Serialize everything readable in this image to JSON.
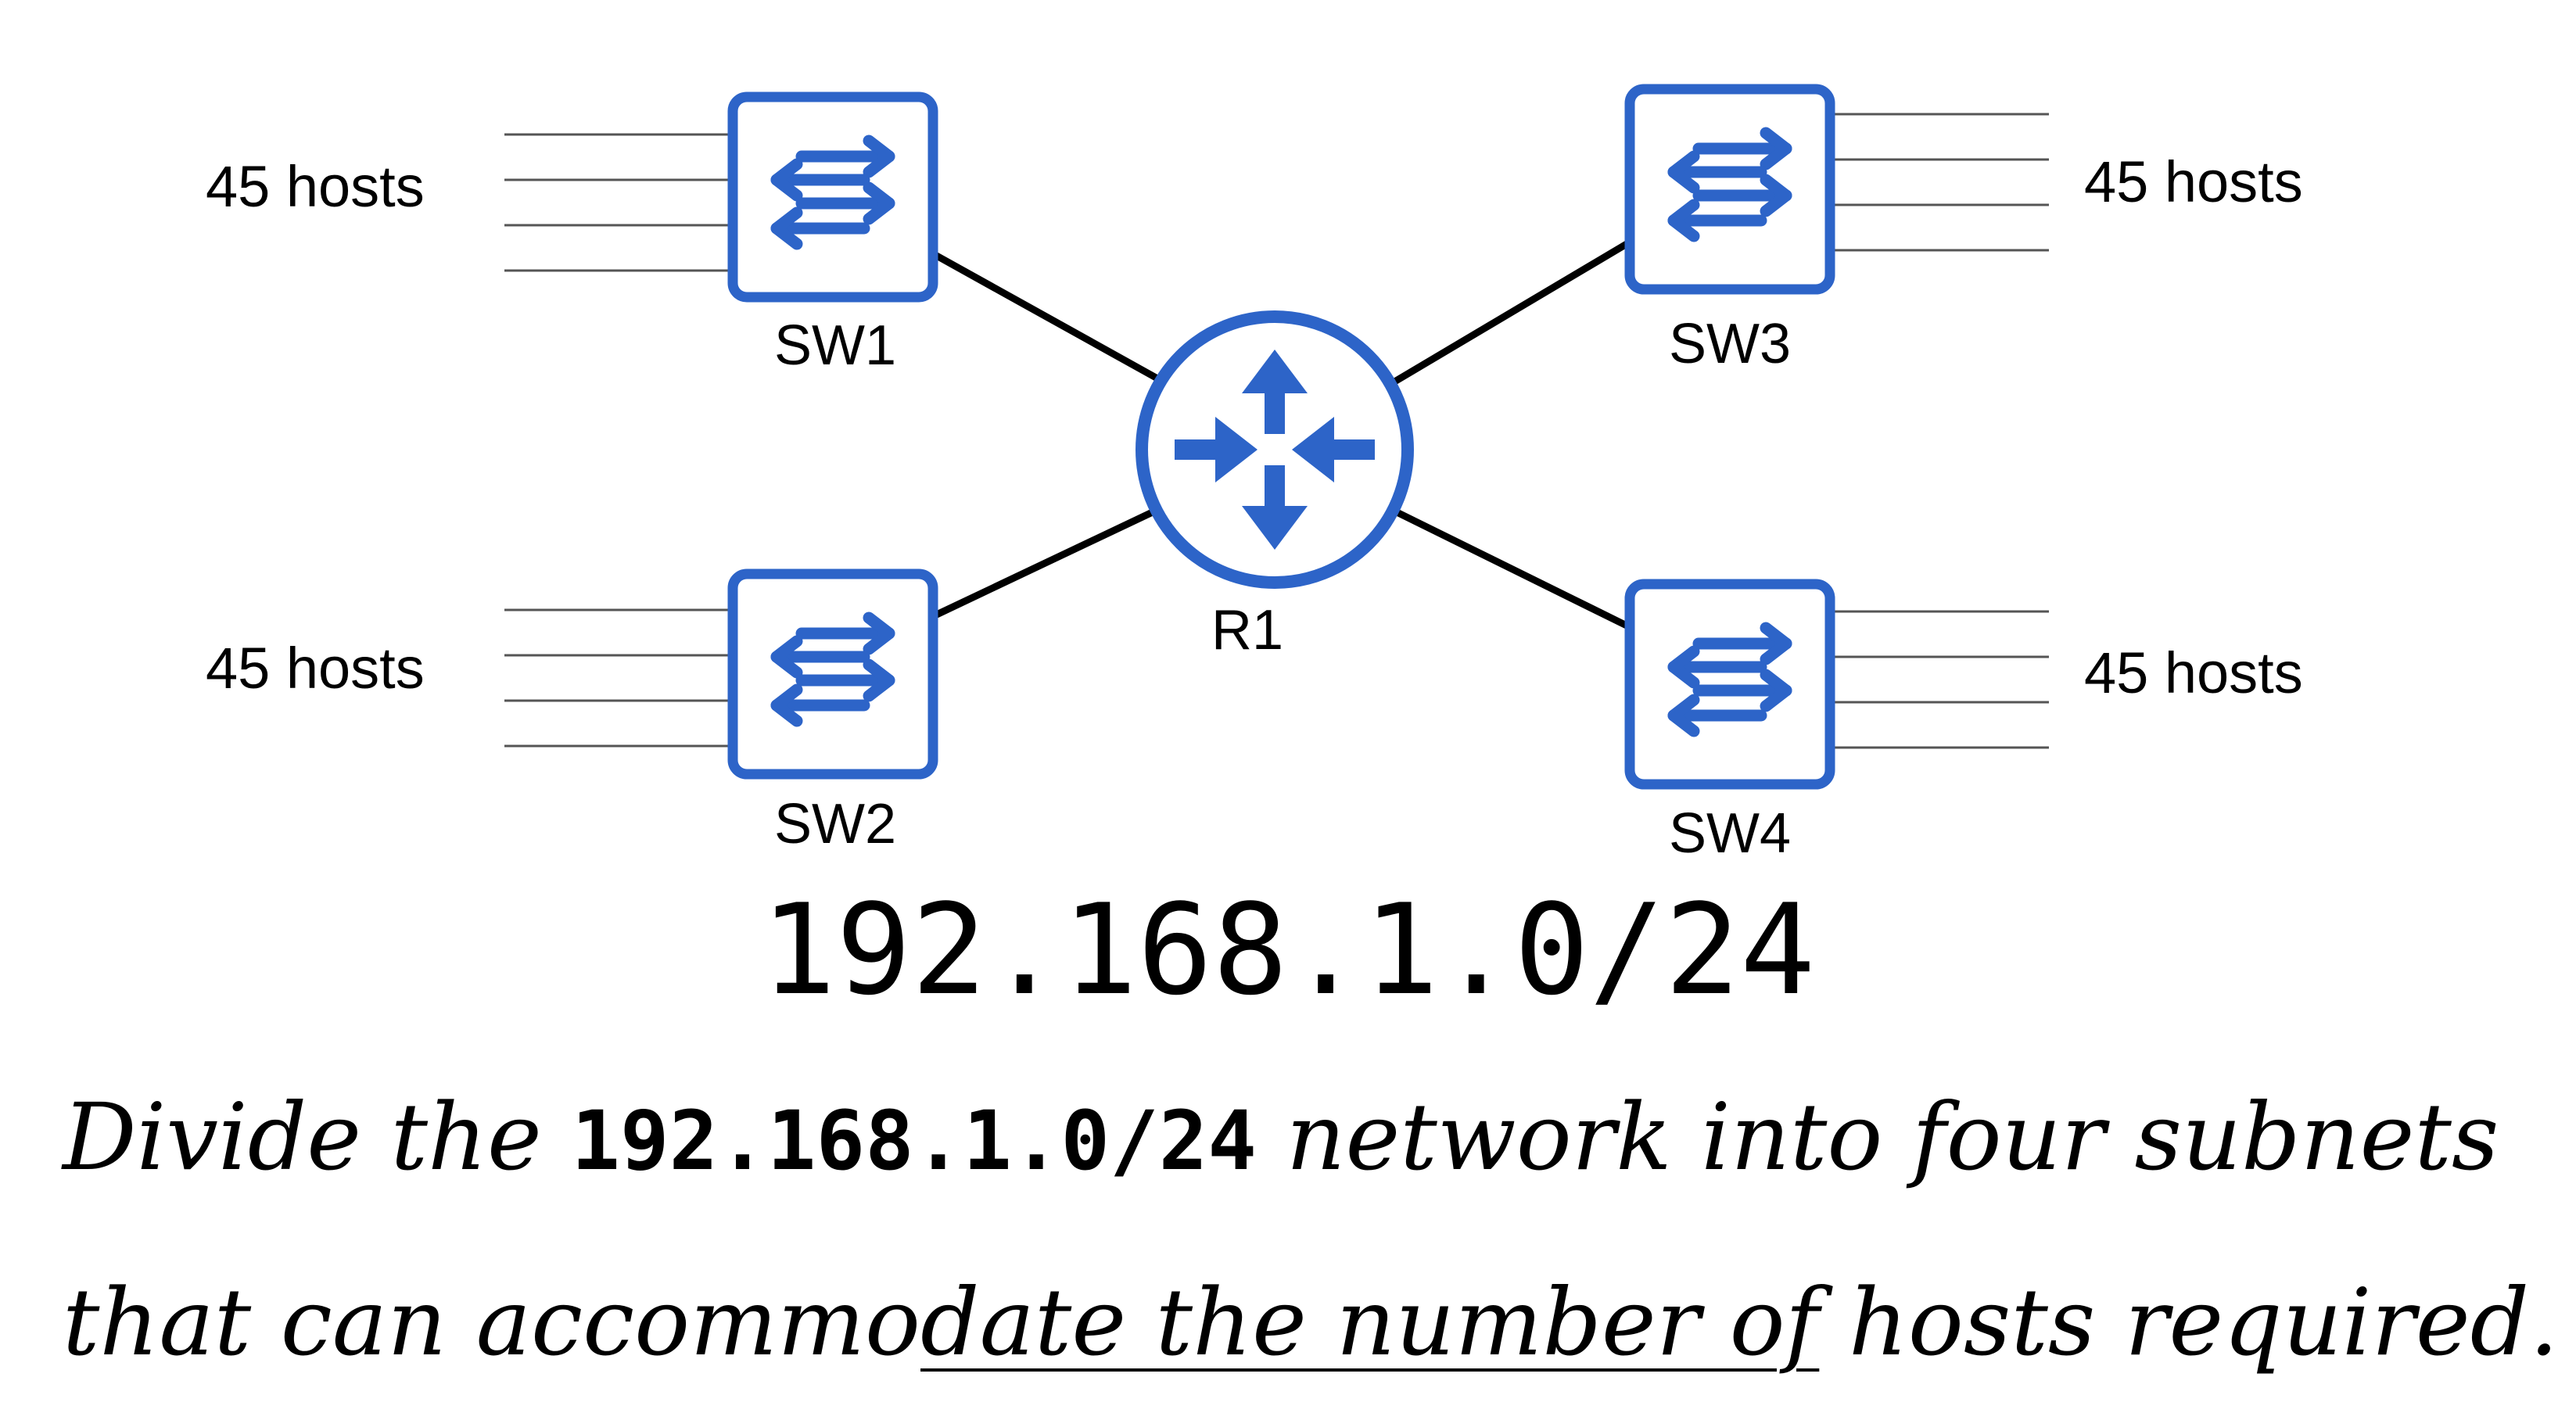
{
  "network": "192.168.1.0/24",
  "router": {
    "label": "R1"
  },
  "switches": [
    {
      "label": "SW1",
      "hosts": "45 hosts"
    },
    {
      "label": "SW2",
      "hosts": "45 hosts"
    },
    {
      "label": "SW3",
      "hosts": "45 hosts"
    },
    {
      "label": "SW4",
      "hosts": "45 hosts"
    }
  ],
  "problem": {
    "part1": "Divide the",
    "network": "192.168.1.0/24",
    "part2": "network into four subnets",
    "part3": "that can accommo",
    "part4": "date the number of",
    "part5": "hosts required."
  },
  "colors": {
    "device_blue": "#2d64c8",
    "link": "#000000",
    "host_line": "#555555"
  }
}
